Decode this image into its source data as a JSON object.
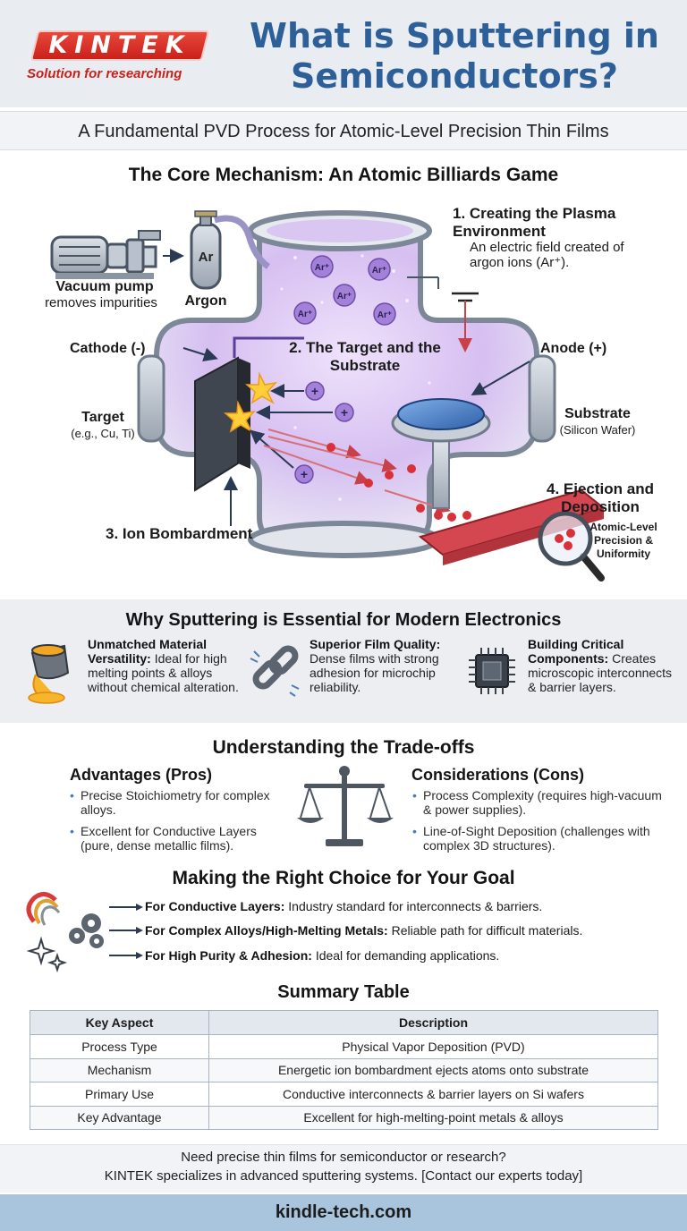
{
  "brand": {
    "logo_text": "KINTEK",
    "tagline": "Solution for researching"
  },
  "title": "What is Sputtering in Semiconductors?",
  "subtitle": "A Fundamental PVD Process for Atomic-Level Precision Thin Films",
  "core": {
    "heading": "The Core Mechanism: An Atomic Billiards Game",
    "vacuum_pump": "Vacuum pump",
    "vacuum_pump_desc": "removes impurities",
    "argon": "Argon",
    "argon_symbol": "Ar",
    "ion_symbol": "Ar⁺",
    "plus": "+",
    "step1_title": "1. Creating the Plasma Environment",
    "step1_desc": "An electric field created of argon ions (Ar⁺).",
    "cathode": "Cathode (-)",
    "step2_title": "2. The Target and the Substrate",
    "anode": "Anode (+)",
    "target": "Target",
    "target_desc": "(e.g., Cu, Ti)",
    "substrate": "Substrate",
    "substrate_desc": "(Silicon Wafer)",
    "step3_title": "3. Ion Bombardment",
    "step4_title": "4. Ejection and Deposition",
    "precision": "Atomic-Level Precision & Uniformity"
  },
  "why": {
    "heading": "Why Sputtering is Essential for Modern Electronics",
    "items": [
      {
        "title": "Unmatched Material Versatility:",
        "text": "Ideal for high melting points & alloys without chemical alteration.",
        "icon": "crucible-icon"
      },
      {
        "title": "Superior Film Quality:",
        "text": "Dense films with strong adhesion for microchip reliability.",
        "icon": "chain-link-icon"
      },
      {
        "title": "Building Critical Components:",
        "text": "Creates microscopic interconnects & barrier layers.",
        "icon": "microchip-icon"
      }
    ]
  },
  "tradeoffs": {
    "heading": "Understanding the Trade-offs",
    "pros_title": "Advantages (Pros)",
    "pros": [
      "Precise Stoichiometry for complex alloys.",
      "Excellent for Conductive Layers (pure, dense metallic films)."
    ],
    "cons_title": "Considerations (Cons)",
    "cons": [
      "Process Complexity (requires high-vacuum & power supplies).",
      "Line-of-Sight Deposition (challenges with complex 3D structures)."
    ]
  },
  "choice": {
    "heading": "Making the Right Choice for Your Goal",
    "items": [
      {
        "title": "For Conductive Layers:",
        "text": "Industry standard for interconnects & barriers."
      },
      {
        "title": "For Complex Alloys/High-Melting Metals:",
        "text": "Reliable path for difficult materials."
      },
      {
        "title": "For High Purity & Adhesion:",
        "text": "Ideal for demanding applications."
      }
    ]
  },
  "summary": {
    "heading": "Summary Table",
    "columns": [
      "Key Aspect",
      "Description"
    ],
    "rows": [
      [
        "Process Type",
        "Physical Vapor Deposition (PVD)"
      ],
      [
        "Mechanism",
        "Energetic ion bombardment ejects atoms onto substrate"
      ],
      [
        "Primary Use",
        "Conductive interconnects & barrier layers on Si wafers"
      ],
      [
        "Key Advantage",
        "Excellent for high-melting-point metals & alloys"
      ]
    ]
  },
  "cta": {
    "line1": "Need precise thin films for semiconductor or research?",
    "line2": "KINTEK specializes in advanced sputtering systems. [Contact our experts today]"
  },
  "footer": {
    "url": "kindle-tech.com"
  },
  "colors": {
    "title_blue": "#2d5f98",
    "brand_red": "#c9211b",
    "plasma": "#c9a8ee",
    "atom_red": "#d9313a"
  }
}
